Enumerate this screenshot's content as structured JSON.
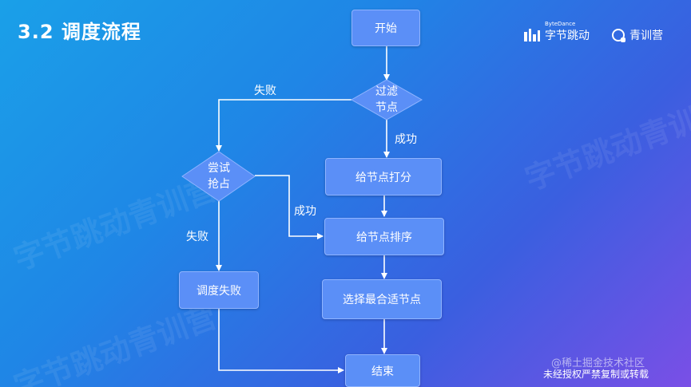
{
  "slide": {
    "title": "3.2 调度流程",
    "brand_bytedance_small": "ByteDance",
    "brand_bytedance": "字节跳动",
    "brand_qingxun": "青训营",
    "footer_juejin": "@稀土掘金技术社区",
    "footer_copyright": "未经授权严禁复制或转载",
    "watermark": "字节跳动青训营"
  },
  "flow": {
    "start": "开始",
    "filter_line1": "过滤",
    "filter_line2": "节点",
    "score": "给节点打分",
    "sort": "给节点排序",
    "select": "选择最合适节点",
    "end": "结束",
    "preempt_line1": "尝试",
    "preempt_line2": "抢占",
    "schedule_failed": "调度失败",
    "label_fail_filter": "失败",
    "label_success_filter": "成功",
    "label_success_preempt": "成功",
    "label_fail_preempt": "失败"
  },
  "colors": {
    "node_fill": "#5b8ff7",
    "arrow": "#ffffff"
  }
}
